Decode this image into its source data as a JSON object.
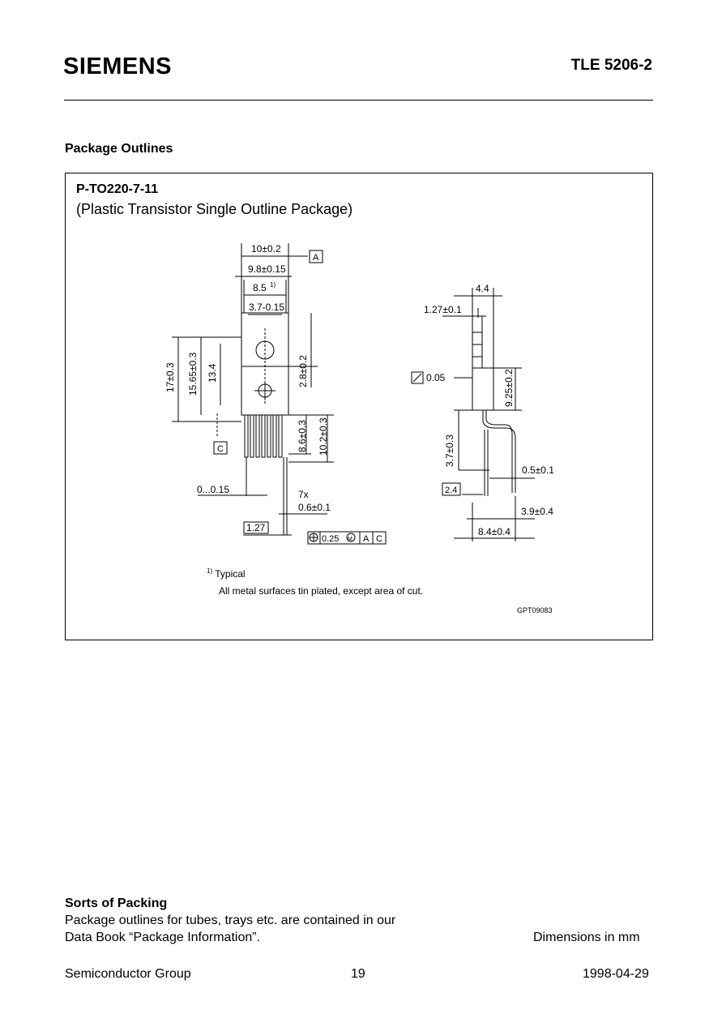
{
  "header": {
    "logo": "SIEMENS",
    "part_number": "TLE 5206-2"
  },
  "section_title": "Package Outlines",
  "package": {
    "name": "P-TO220-7-11",
    "description": "(Plastic Transistor Single Outline Package)",
    "drawing_code": "GPT09083"
  },
  "notes": {
    "footnote_marker": "1)",
    "footnote_text": "Typical",
    "plating": "All metal surfaces tin plated, except area of cut."
  },
  "front_view_dims": {
    "w_total": "10±0.2",
    "w_body": "9.8±0.15",
    "w_typ": "8.5",
    "w_hole": "3.7-0.15",
    "datum_a": "A",
    "h_total": "17±0.3",
    "h_body": "15.65±0.3",
    "h_typ": "13.4",
    "h_hole": "2.8±0.2",
    "lead_a": "8.6±0.3",
    "lead_b": "10.2±0.3",
    "datum_c": "C",
    "offset": "0...0.15",
    "count": "7x",
    "lead_w": "0.6±0.1",
    "pitch": "1.27",
    "tolerance_value": "0.25",
    "tolerance_mod": "M",
    "tolerance_a": "A",
    "tolerance_c": "C"
  },
  "side_view_dims": {
    "thickness": "4.4",
    "tab": "1.27±0.1",
    "flatness": "0.05",
    "body_h": "9.25±0.2",
    "lead_offset": "3.7±0.3",
    "lead_t": "0.5±0.1",
    "pitch_box": "2.4",
    "bend_a": "3.9±0.4",
    "bend_b": "8.4±0.4"
  },
  "packing": {
    "title": "Sorts of Packing",
    "line1": "Package outlines for tubes, trays etc. are contained in our",
    "line2": "Data Book “Package Information”.",
    "units": "Dimensions in mm"
  },
  "footer": {
    "left": "Semiconductor Group",
    "page": "19",
    "date": "1998-04-29"
  }
}
